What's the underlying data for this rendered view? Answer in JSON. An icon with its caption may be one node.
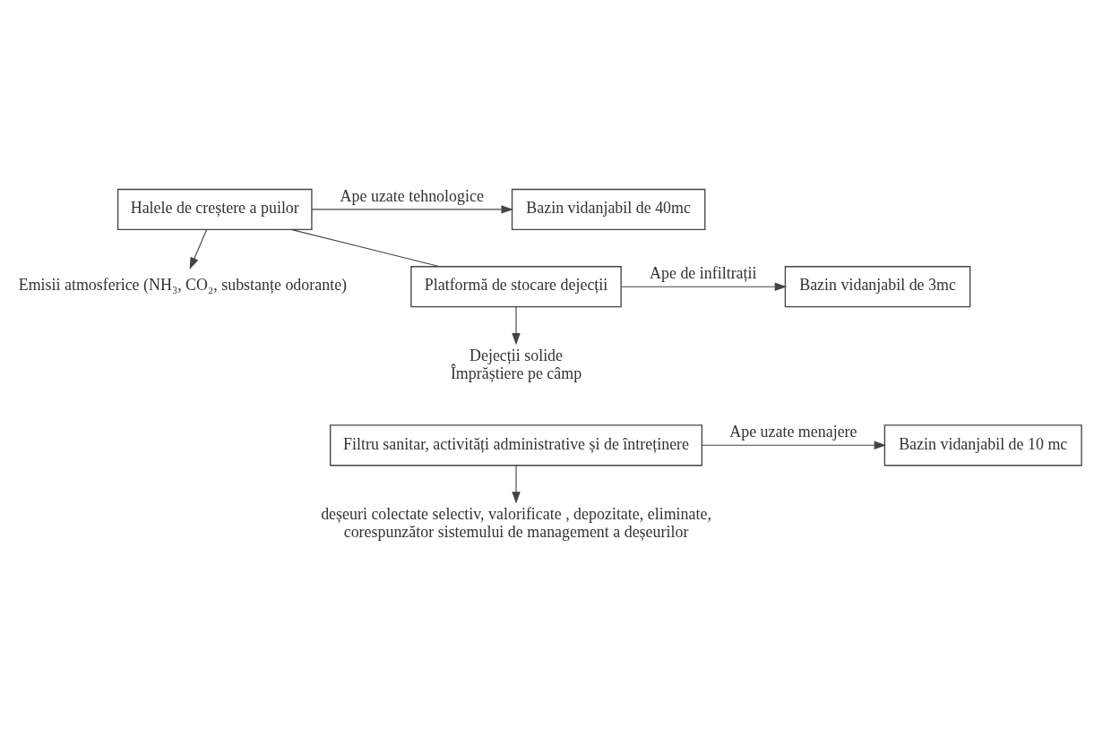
{
  "diagram": {
    "nodes": [
      {
        "text": [
          "Emisii atmosferice (NH₃, CO₂, substanțe odorante)"
        ]
      },
      {
        "text": [
          "Halele de creștere a puilor"
        ]
      },
      {
        "text": [
          "Bazin vidanjabil de 40mc"
        ]
      },
      {
        "text": [
          "Platformă de stocare dejecții"
        ]
      },
      {
        "text": [
          "Bazin vidanjabil de 3mc"
        ]
      },
      {
        "text": [
          "Dejecții solide",
          "Împrăștiere pe câmp"
        ]
      },
      {
        "text": [
          "Filtru sanitar, activități administrative și de întreținere"
        ]
      },
      {
        "text": [
          "Bazin vidanjabil de 10 mc"
        ]
      },
      {
        "text": [
          "deșeuri colectate selectiv, valorificate , depozitate, eliminate, corespunzător sistemului de management a deșeurilor"
        ]
      }
    ],
    "edges": [
      {
        "from": 1,
        "to": 0,
        "arrow": "to"
      },
      {
        "from": 1,
        "to": 2,
        "arrow": "to",
        "label": "Ape uzate tehnologice"
      },
      {
        "from": 3,
        "to": 1,
        "arrow": "none"
      },
      {
        "from": 3,
        "to": 4,
        "arrow": "to",
        "label": "Ape de infiltrații"
      },
      {
        "from": 3,
        "to": 5,
        "arrow": "to"
      },
      {
        "from": 6,
        "to": 7,
        "arrow": "to",
        "label": "Ape uzate menajere"
      },
      {
        "from": 6,
        "to": 8,
        "arrow": "to"
      }
    ]
  }
}
